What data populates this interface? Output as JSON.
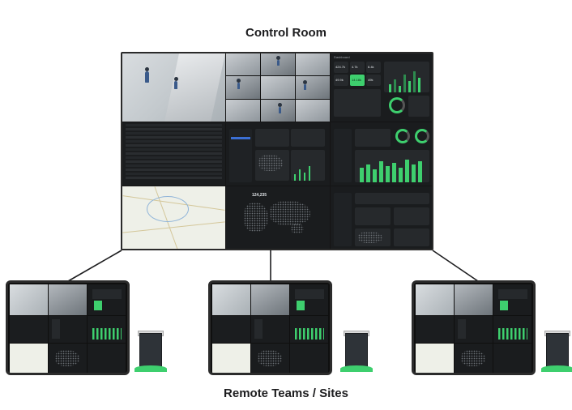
{
  "diagram": {
    "title": "Control Room",
    "caption": "Remote Teams / Sites"
  },
  "wall": {
    "dashboard_header": "Dashboard",
    "kpis": [
      "424.7k",
      "4.7k",
      "6.4k",
      "49.9k",
      "14.18k",
      "49k"
    ],
    "map_total": "124,235"
  },
  "colors": {
    "accent": "#3ecf6e",
    "wall_bg": "#141414",
    "frame": "#2a2a2a"
  },
  "icons": [
    "building-icon"
  ]
}
